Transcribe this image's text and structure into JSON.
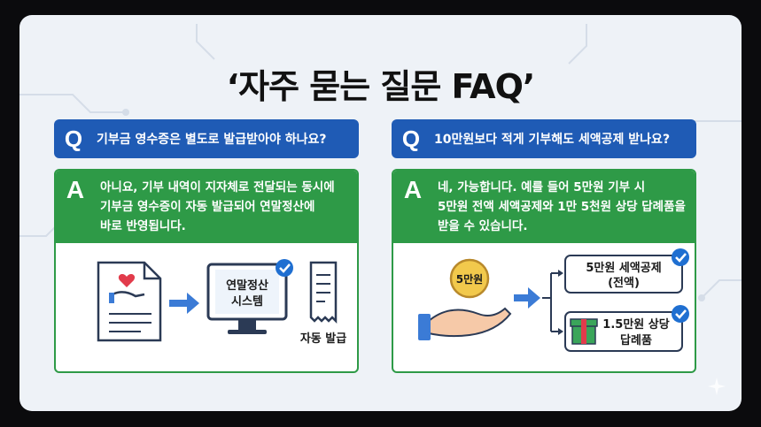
{
  "title": "‘자주 묻는 질문 FAQ’",
  "faq": [
    {
      "q_letter": "Q",
      "question": "기부금 영수증은 별도로 발급받아야 하나요?",
      "a_letter": "A",
      "answer_lines": [
        "아니요, 기부 내역이 지자체로 전달되는 동시에",
        "기부금 영수증이 자동 발급되어 연말정산에",
        "바로 반영됩니다."
      ],
      "monitor_text": [
        "연말정산",
        "시스템"
      ],
      "receipt_label": "자동 발급"
    },
    {
      "q_letter": "Q",
      "question": "10만원보다 적게 기부해도 세액공제 받나요?",
      "a_letter": "A",
      "answer_lines": [
        "네, 가능합니다. 예를 들어 5만원 기부 시",
        "5만원 전액 세액공제와 1만 5천원 상당 답례품을",
        "받을 수 있습니다."
      ],
      "coin_text": "5만원",
      "benefit_1": [
        "5만원 세액공제",
        "(전액)"
      ],
      "benefit_2": [
        "1.5만원 상당",
        "답례품"
      ]
    }
  ],
  "colors": {
    "question_bar": "#1f5bb5",
    "answer_green": "#2e9a47",
    "check_blue": "#1f6fd1",
    "background": "#eef2f7"
  }
}
